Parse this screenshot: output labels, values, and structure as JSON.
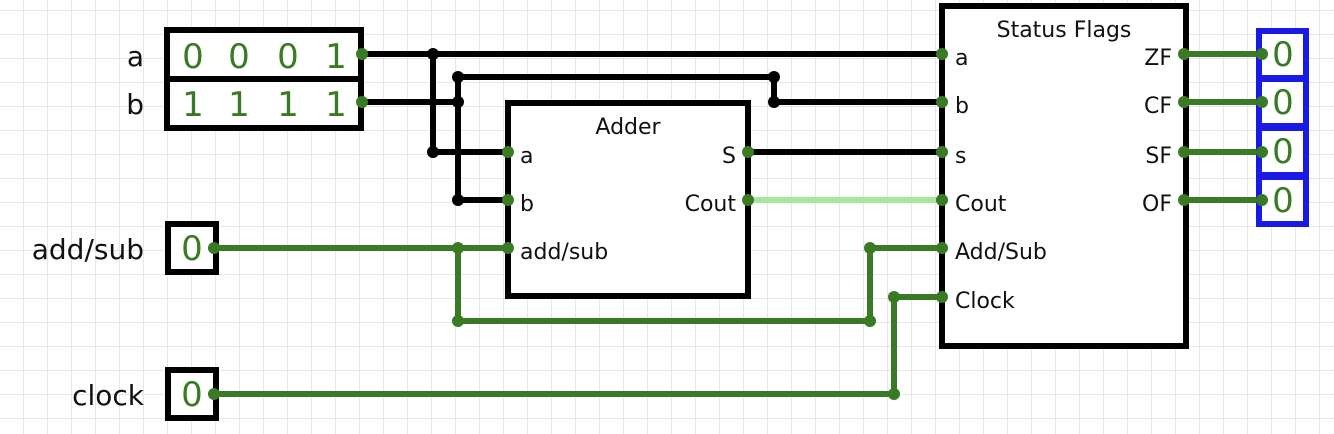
{
  "inputs": {
    "a": {
      "label": "a",
      "bits": [
        "0",
        "0",
        "0",
        "1"
      ]
    },
    "b": {
      "label": "b",
      "bits": [
        "1",
        "1",
        "1",
        "1"
      ]
    },
    "addsub": {
      "label": "add/sub",
      "value": "0"
    },
    "clock": {
      "label": "clock",
      "value": "0"
    }
  },
  "adder": {
    "title": "Adder",
    "ports": {
      "a": "a",
      "b": "b",
      "addsub": "add/sub",
      "s": "S",
      "cout": "Cout"
    }
  },
  "status_flags": {
    "title": "Status Flags",
    "inputs": {
      "a": "a",
      "b": "b",
      "s": "s",
      "cout": "Cout",
      "addsub": "Add/Sub",
      "clock": "Clock"
    },
    "outputs": {
      "zf": "ZF",
      "cf": "CF",
      "sf": "SF",
      "of": "OF"
    }
  },
  "outputs": {
    "zf": "0",
    "cf": "0",
    "sf": "0",
    "of": "0"
  },
  "colors": {
    "wire_bus": "#000000",
    "wire_low": "#3a7a25",
    "wire_high": "#a8e6a0",
    "output_border": "#1a1ae6",
    "component_border": "#000000"
  }
}
